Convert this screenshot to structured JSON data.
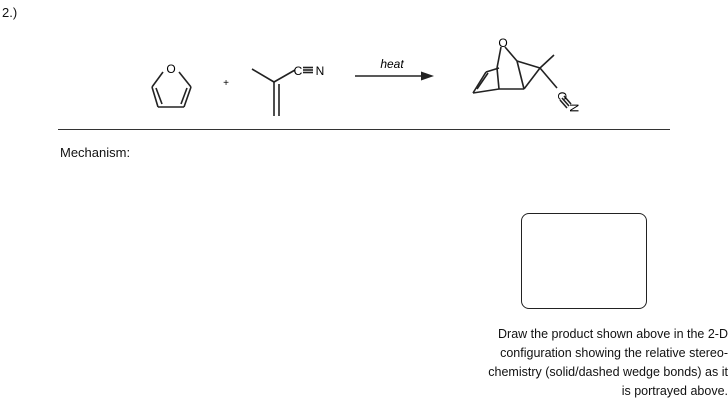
{
  "problem": {
    "number": "2.)"
  },
  "reaction": {
    "plus_sign": "+",
    "arrow_label": "heat",
    "furan": {
      "atom_o": "O"
    },
    "nitrile": {
      "atom_c": "C",
      "atom_n": "N"
    },
    "product": {
      "atom_o": "O",
      "atom_c": "C",
      "atom_n": "N"
    }
  },
  "mechanism": {
    "label": "Mechanism:"
  },
  "instructions": {
    "lines": [
      "Draw the product shown above in the 2-D",
      "configuration showing the relative stereo-",
      "chemistry (solid/dashed wedge bonds) as it",
      "is portrayed above."
    ]
  }
}
